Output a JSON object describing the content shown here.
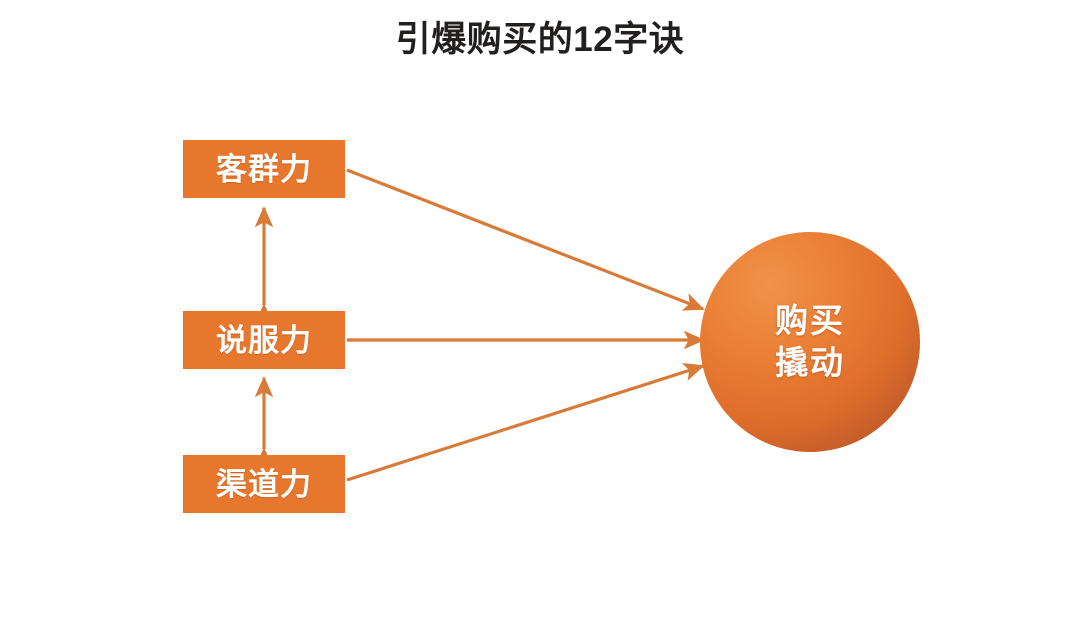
{
  "title": "引爆购买的12字诀",
  "colors": {
    "box_fill": "#E8772E",
    "box_text": "#FFFFFF",
    "connector": "#D97B38",
    "circle_light": "#F09248",
    "circle_dark": "#A94B24",
    "title_text": "#221F1F",
    "background": "#FFFFFF"
  },
  "factors": [
    {
      "label": "客群力"
    },
    {
      "label": "说服力"
    },
    {
      "label": "渠道力"
    }
  ],
  "hub": {
    "lines": [
      "购买",
      "撬动"
    ]
  },
  "connectors": {
    "factor_to_hub": [
      {
        "from": "客群力",
        "to": "购买撬动",
        "style": "single-arrow"
      },
      {
        "from": "说服力",
        "to": "购买撬动",
        "style": "single-arrow"
      },
      {
        "from": "渠道力",
        "to": "购买撬动",
        "style": "single-arrow"
      }
    ],
    "between_factors": [
      {
        "from": "客群力",
        "to": "说服力",
        "style": "double-arrow"
      },
      {
        "from": "说服力",
        "to": "渠道力",
        "style": "double-arrow"
      }
    ]
  }
}
